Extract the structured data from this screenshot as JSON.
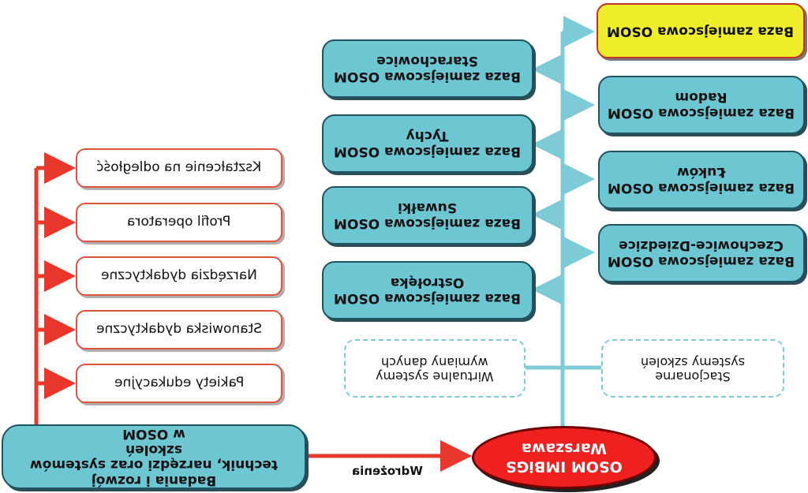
{
  "center": {
    "line1": "OSOM IMBiGS",
    "line2": "Warszawa"
  },
  "research": {
    "line1": "Badania i rozwój",
    "line2": "technik, narzędzi oraz systemów szkoleń",
    "line3": "w OSOM"
  },
  "edge_label": "Wdrożenia",
  "tools": [
    "Kształcenie na odległość",
    "Profil operatora",
    "Narzędzia dydaktyczne",
    "Stanowiska dydaktyczne",
    "Pakiety edukacyjne"
  ],
  "systems": {
    "virtual": {
      "line1": "Wirtualne systemy",
      "line2": "wymiany danych"
    },
    "stationary": {
      "line1": "Stacjonarne",
      "line2": "systemy szkoleń"
    }
  },
  "bases_left": [
    {
      "city": "Starachowice",
      "label": "Baza zamiejscowa OSOM"
    },
    {
      "city": "Tychy",
      "label": "Baza zamiejscowa OSOM"
    },
    {
      "city": "Suwałki",
      "label": "Baza zamiejscowa OSOM"
    },
    {
      "city": "Ostrołęka",
      "label": "Baza zamiejscowa OSOM"
    }
  ],
  "bases_right": [
    {
      "city": "",
      "label": "Baza zamiejscowa OSOM"
    },
    {
      "city": "Radom",
      "label": "Baza zamiejscowa OSOM"
    },
    {
      "city": "Łuków",
      "label": "Baza zamiejscowa OSOM"
    },
    {
      "city": "Czechowice-Dziedzice",
      "label": "Baza zamiejscowa OSOM"
    }
  ],
  "colors": {
    "center_fill": "#ee2020",
    "base_fill": "#6cc7d3",
    "highlight_fill": "#eeee2a",
    "red_connector": "#e8372c",
    "teal_connector": "#7ccbd6"
  }
}
